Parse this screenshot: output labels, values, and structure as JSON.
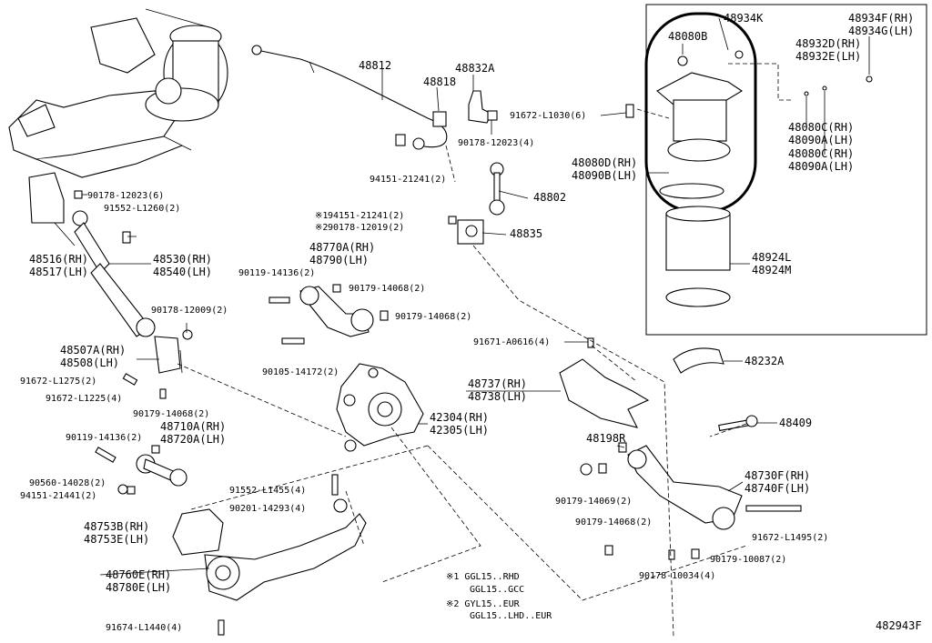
{
  "labels": {
    "p48812": "48812",
    "p48818": "48818",
    "p48832a": "48832A",
    "p91672_l1030": "91672-L1030(6)",
    "p90178_12023_4": "90178-12023(4)",
    "p94151_21241_2": "94151-21241(2)",
    "p48802": "48802",
    "n94151_21241_2b": "94151-21241(2)",
    "n90178_12019_2": "90178-12019(2)",
    "m1": "※1",
    "m2": "※2",
    "p48835": "48835",
    "p48770a": "48770A(RH)",
    "p48790": "48790(LH)",
    "p90119_14136_2a": "90119-14136(2)",
    "p90179_14068_2a": "90179-14068(2)",
    "p90179_14068_2b": "90179-14068(2)",
    "p90105_14172_2": "90105-14172(2)",
    "p90178_12023_6": "90178-12023(6)",
    "p91552_l1260_2": "91552-L1260(2)",
    "p48516": "48516(RH)",
    "p48517": "48517(LH)",
    "p48530": "48530(RH)",
    "p48540": "48540(LH)",
    "p90178_12009_2": "90178-12009(2)",
    "p48507a": "48507A(RH)",
    "p48508": "48508(LH)",
    "p91672_l1275_2": "91672-L1275(2)",
    "p91672_l1225_4": "91672-L1225(4)",
    "p90179_14068_2c": "90179-14068(2)",
    "p48710a": "48710A(RH)",
    "p48720a": "48720A(LH)",
    "p90119_14136_2b": "90119-14136(2)",
    "p90560_14028_2": "90560-14028(2)",
    "p94151_21441_2": "94151-21441(2)",
    "p48737": "48737(RH)",
    "p48738": "48738(LH)",
    "p42304": "42304(RH)",
    "p42305": "42305(LH)",
    "p91671_a0616_4": "91671-A0616(4)",
    "p48198r": "48198R",
    "p91552_l1455_4": "91552-L1455(4)",
    "p90201_14293_4": "90201-14293(4)",
    "p48753b": "48753B(RH)",
    "p48753e": "48753E(LH)",
    "p48760e": "48760E(RH)",
    "p48780e": "48780E(LH)",
    "p91674_l1440_4": "91674-L1440(4)",
    "p90179_14069_2": "90179-14069(2)",
    "p90179_14068_2d": "90179-14068(2)",
    "p90178_10034_4": "90178-10034(4)",
    "p90179_10087_2": "90179-10087(2)",
    "p48730f": "48730F(RH)",
    "p48740f": "48740F(LH)",
    "p91672_l1495_2": "91672-L1495(2)",
    "p48409": "48409",
    "p48232a": "48232A",
    "p48080b": "48080B",
    "p48934k": "48934K",
    "p48934f": "48934F(RH)",
    "p48934g": "48934G(LH)",
    "p48932d": "48932D(RH)",
    "p48932e": "48932E(LH)",
    "p48080c_a": "48080C(RH)",
    "p48090a_a": "48090A(LH)",
    "p48080c_b": "48080C(RH)",
    "p48090a_b": "48090A(LH)",
    "p48080d": "48080D(RH)",
    "p48090b": "48090B(LH)",
    "p48924l": "48924L",
    "p48924m": "48924M",
    "note1a": "※1 GGL15..RHD",
    "note1b": "GGL15..GCC",
    "note2a": "※2 GYL15..EUR",
    "note2b": "GGL15..LHD..EUR",
    "code": "482943F"
  }
}
